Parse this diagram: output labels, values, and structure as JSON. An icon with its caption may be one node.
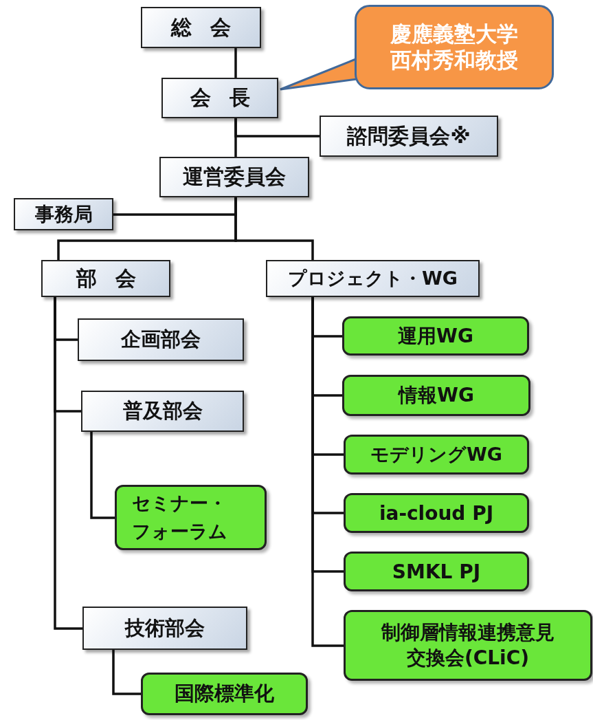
{
  "diagram": {
    "nodes": [
      {
        "text": [
          "総会"
        ]
      },
      {
        "text": [
          "慶應義塾大学西村秀和教授"
        ]
      },
      {
        "text": [
          "会長"
        ]
      },
      {
        "text": [
          "諮問委員会※"
        ]
      },
      {
        "text": [
          "運営委員会"
        ]
      },
      {
        "text": [
          "事務局"
        ]
      },
      {
        "text": [
          "部会"
        ]
      },
      {
        "text": [
          "プロジェクト・WG"
        ]
      },
      {
        "text": [
          "企画部会"
        ]
      },
      {
        "text": [
          "普及部会"
        ]
      },
      {
        "text": [
          "セミナー・フォーラム"
        ]
      },
      {
        "text": [
          "技術部会"
        ]
      },
      {
        "text": [
          "国際標準化"
        ]
      },
      {
        "text": [
          "運用WG"
        ]
      },
      {
        "text": [
          "情報WG"
        ]
      },
      {
        "text": [
          "モデリングWG"
        ]
      },
      {
        "text": [
          "ia-cloud PJ"
        ]
      },
      {
        "text": [
          "SMKL PJ"
        ]
      },
      {
        "text": [
          "制御層情報連携意見交換会(CLiC)"
        ]
      }
    ],
    "edges": [
      {
        "from": 0,
        "to": 2,
        "arrow": "none"
      },
      {
        "from": 1,
        "to": 2,
        "arrow": "to"
      },
      {
        "from": 2,
        "to": 3,
        "arrow": "none"
      },
      {
        "from": 2,
        "to": 4,
        "arrow": "none"
      },
      {
        "from": 4,
        "to": 5,
        "arrow": "none"
      },
      {
        "from": 4,
        "to": 6,
        "arrow": "none"
      },
      {
        "from": 4,
        "to": 7,
        "arrow": "none"
      },
      {
        "from": 6,
        "to": 8,
        "arrow": "none"
      },
      {
        "from": 6,
        "to": 9,
        "arrow": "none"
      },
      {
        "from": 6,
        "to": 11,
        "arrow": "none"
      },
      {
        "from": 9,
        "to": 10,
        "arrow": "none"
      },
      {
        "from": 11,
        "to": 12,
        "arrow": "none"
      },
      {
        "from": 7,
        "to": 13,
        "arrow": "none"
      },
      {
        "from": 7,
        "to": 14,
        "arrow": "none"
      },
      {
        "from": 7,
        "to": 15,
        "arrow": "none"
      },
      {
        "from": 7,
        "to": 16,
        "arrow": "none"
      },
      {
        "from": 7,
        "to": 17,
        "arrow": "none"
      },
      {
        "from": 7,
        "to": 18,
        "arrow": "none"
      }
    ]
  }
}
